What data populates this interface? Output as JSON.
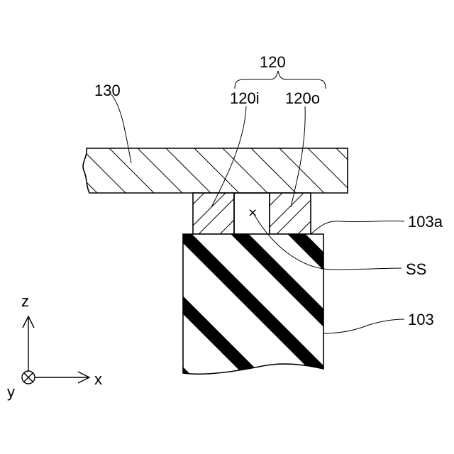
{
  "labels": {
    "group_120": "120",
    "part_130": "130",
    "part_120i": "120i",
    "part_120o": "120o",
    "surface_103a": "103a",
    "space_ss": "SS",
    "part_103": "103"
  },
  "axes": {
    "z": "z",
    "x": "x",
    "y": "y"
  }
}
